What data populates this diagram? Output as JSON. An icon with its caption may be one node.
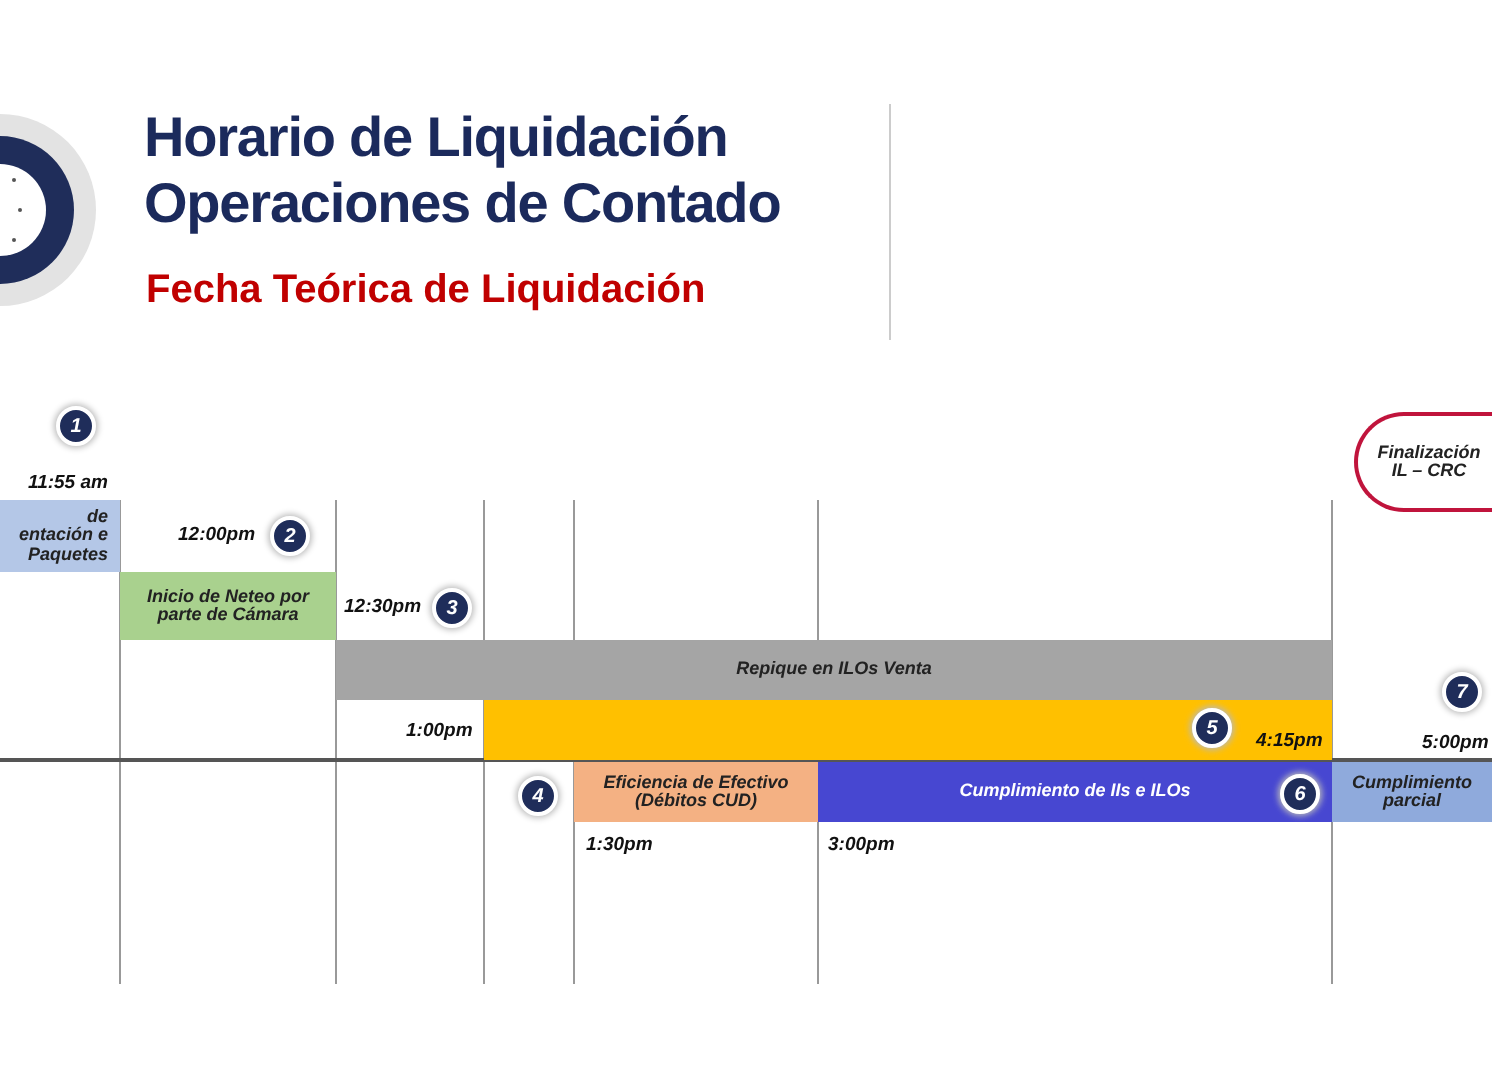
{
  "diagram": {
    "title": "Horario de Liquidación Operaciones de Contado",
    "nodes": [
      {
        "text": [
          "de entación e Paquetes"
        ]
      },
      {
        "text": [
          "Inicio de Neteo por parte de Cámara"
        ]
      },
      {
        "text": [
          "Repique en ILOs Venta"
        ]
      },
      {
        "text": [],
        "shape": "bar"
      },
      {
        "text": [
          "Eficiencia de Efectivo (Débitos CUD)"
        ]
      },
      {
        "text": [
          "Cumplimiento de IIs e ILOs"
        ]
      },
      {
        "text": [
          "Cumplimiento parcial"
        ]
      },
      {
        "text": [
          "Finalización IL – CRC"
        ]
      }
    ],
    "labels": [
      "Fecha Teórica de Liquidación",
      "1",
      "11:55 am",
      "12:00pm",
      "2",
      "12:30pm",
      "3",
      "1:00pm",
      "4",
      "5",
      "4:15pm",
      "6",
      "7",
      "5:00pm",
      "1:30pm",
      "3:00pm"
    ]
  }
}
